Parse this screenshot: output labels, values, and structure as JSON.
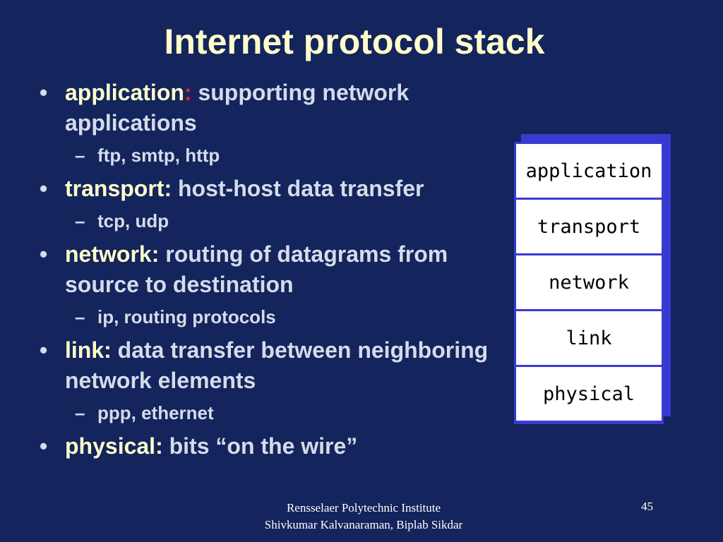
{
  "title": "Internet protocol stack",
  "bullets": [
    {
      "keyword": "application",
      "colon": ":",
      "text": " supporting network applications",
      "sub": "ftp, smtp, http"
    },
    {
      "keyword": "transport",
      "colon": ":",
      "text": " host-host data transfer",
      "sub": "tcp, udp"
    },
    {
      "keyword": "network",
      "colon": ":",
      "text": " routing of datagrams from source to destination",
      "sub": "ip, routing protocols"
    },
    {
      "keyword": "link",
      "colon": ":",
      "text": " data transfer between neighboring  network elements",
      "sub": "ppp, ethernet"
    },
    {
      "keyword": "physical",
      "colon": ":",
      "text": " bits “on the wire”"
    }
  ],
  "stack": [
    "application",
    "transport",
    "network",
    "link",
    "physical"
  ],
  "footer": {
    "line1": "Rensselaer Polytechnic Institute",
    "line2": "Shivkumar Kalvanaraman, Biplab Sikdar",
    "page": "45"
  }
}
